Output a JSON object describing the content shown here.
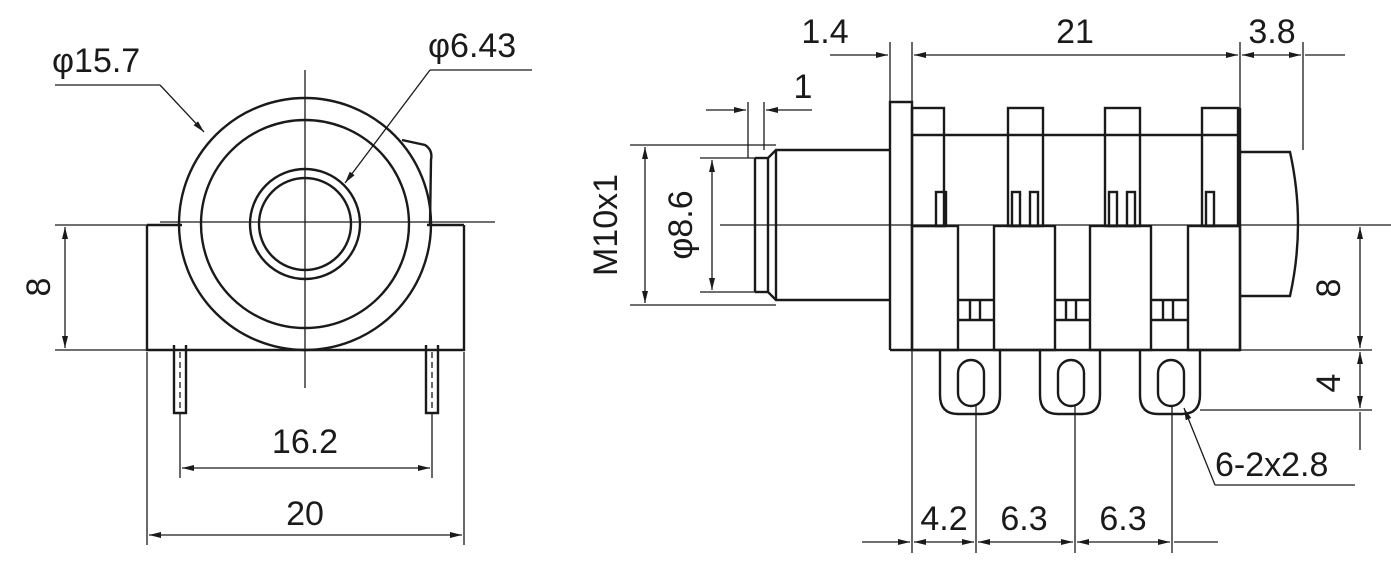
{
  "front_view": {
    "outer_diameter": "φ15.7",
    "inner_diameter": "φ6.43",
    "body_height": "8",
    "pin_spacing": "16.2",
    "body_width": "20"
  },
  "side_view": {
    "flange_thickness": "1.4",
    "body_length": "21",
    "rear_length": "3.8",
    "thread_step": "1",
    "thread": "M10x1",
    "thread_diameter": "φ8.6",
    "body_height": "8",
    "lug_height": "4",
    "lug_holes": "6-2x2.8",
    "lug_offset": "4.2",
    "lug_pitch_1": "6.3",
    "lug_pitch_2": "6.3"
  }
}
